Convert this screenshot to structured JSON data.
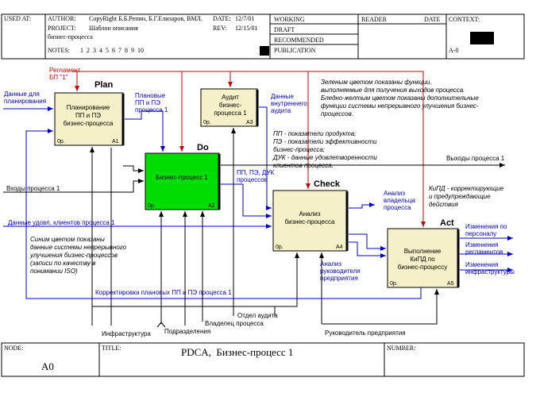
{
  "header": {
    "used_at": "USED AT:",
    "author_label": "AUTHOR:",
    "author": "CopyRight Б.Б.Репин, Б.Г.Елизаров, ВМЛ.",
    "date_label": "DATE:",
    "date": "12/7/01",
    "project_label": "PROJECT:",
    "project": "Шаблон описания",
    "project2": "бизнес-процесса",
    "rev_label": "REV:",
    "rev": "12/15/01",
    "notes_label": "NOTES:",
    "notes": "1  2  3  4  5  6  7  8  9  10",
    "working": "WORKING",
    "draft": "DRAFT",
    "recommended": "RECOMMENDED",
    "publication": "PUBLICATION",
    "reader": "READER",
    "reader_date": "DATE",
    "context": "CONTEXT:",
    "context_node": "A-0"
  },
  "boxes": {
    "a1": {
      "title1": "Планирование",
      "title2": "ПП и ПЭ",
      "title3": "бизнес-процесса",
      "cost": "0р.",
      "id": "A1",
      "label": "Plan"
    },
    "a2": {
      "title": "Бизнес-процесс 1",
      "cost": "0р.",
      "id": "A2",
      "label": "Do"
    },
    "a3": {
      "title1": "Аудит",
      "title2": "бизнес-",
      "title3": "процесса 1",
      "cost": "0р.",
      "id": "A3"
    },
    "a4": {
      "title1": "Анализ",
      "title2": "бизнес-процесса",
      "cost": "0р.",
      "id": "A4",
      "label": "Check"
    },
    "a5": {
      "title1": "Выполнение",
      "title2": "КиПД по",
      "title3": "бизнес-процессу",
      "cost": "0р.",
      "id": "A5",
      "label": "Act"
    }
  },
  "arrows": {
    "reglament1": "Регламент",
    "reglament2": "БП \"1\"",
    "plan_data1": "Данные для",
    "plan_data2": "планирования",
    "plan_pp1": "Плановые",
    "plan_pp2": "ПП и ПЭ",
    "plan_pp3": "процесса 1",
    "audit_data1": "Данные",
    "audit_data2": "внутреннего",
    "audit_data3": "аудита",
    "pp_pe1": "ПП, ПЭ, ДУК",
    "pp_pe2": "процессов",
    "inputs": "Входы процесса 1",
    "outputs": "Выходы процесса 1",
    "clients": "Данные удовл. клиентов процесса 1",
    "owner_analysis1": "Анализ",
    "owner_analysis2": "владельца",
    "owner_analysis3": "процесса",
    "head_analysis1": "Анализ",
    "head_analysis2": "руководителя",
    "head_analysis3": "предприятия",
    "chg1a": "Изменения по",
    "chg1b": "персоналу",
    "chg2a": "Изменения",
    "chg2b": "регламентов",
    "chg3a": "Изменения",
    "chg3b": "инфраструктуры",
    "correction": "Корректировка плановых ПП и ПЭ процесса 1",
    "infra": "Инфраструктура",
    "dept": "Подразделения",
    "owner": "Владелец процесса",
    "audit_dept": "Отдел аудита",
    "head": "Руководитель предприятия"
  },
  "notes": {
    "green1": "Зеленым цветом показаны функции,",
    "green2": "выполняемые для получения выходов процесса.",
    "green3": "Бледно-желтым цветом показаны дополнительные",
    "green4": "функции системы непрерывного улучшения бизнес-",
    "green5": "процессов.",
    "pp": "ПП - показатели продукта;",
    "pe1": "ПЭ - показатели эффективности",
    "pe2": "бизнес-процесса;",
    "duk1": "ДУК - данные удовлетворенности",
    "duk2": "клиентов процесса.",
    "kipd1": "КиПД - корректирующие",
    "kipd2": "и предупреждающие",
    "kipd3": "действия",
    "blue1": "Синим цветом показаны",
    "blue2": "данные системы непрерывного",
    "blue3": "улучшения бизнес-процессов",
    "blue4": "(записи по качеству в",
    "blue5": "понимании ISO)"
  },
  "footer": {
    "node_label": "NODE:",
    "node": "A0",
    "title_label": "TITLE:",
    "title": "PDCA,  Бизнес-процесс 1",
    "number_label": "NUMBER:"
  },
  "colors": {
    "green": "#00dd00",
    "yellow": "#f5f0c8",
    "blue": "#0000cc",
    "red": "#cc0000"
  }
}
